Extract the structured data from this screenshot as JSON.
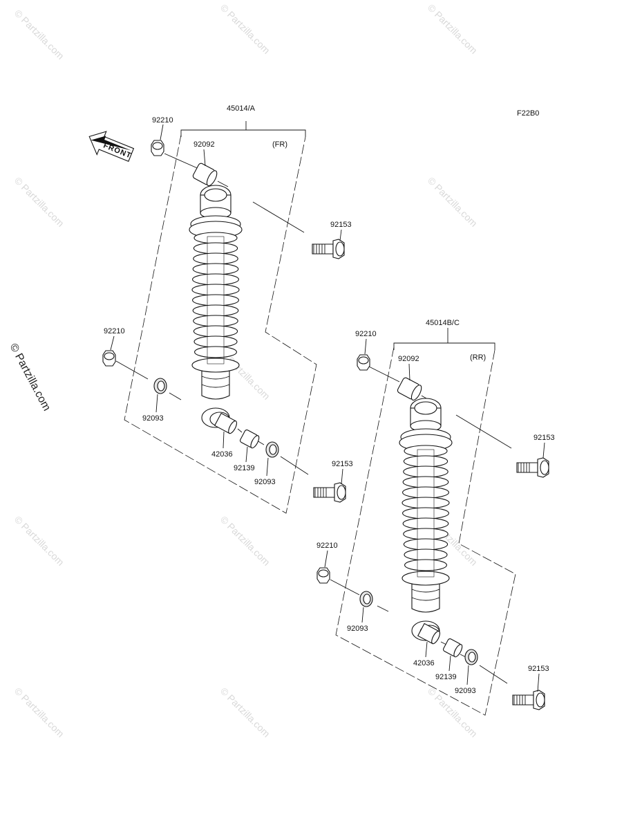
{
  "watermark": {
    "text": "© Partzilla.com",
    "side_text": "© Partzilla.com"
  },
  "diagram_code": "F22B0",
  "front_arrow_label": "FRONT",
  "front_assembly": {
    "assembly_label": "45014/A",
    "position_label": "(FR)",
    "parts": {
      "top_nut": "92210",
      "top_collar": "92092",
      "top_bolt": "92153",
      "lower_nut": "92210",
      "lower_seal_left": "92093",
      "sleeve": "42036",
      "bushing": "92139",
      "lower_seal_right": "92093",
      "lower_bolt": "92153"
    }
  },
  "rear_assembly": {
    "assembly_label": "45014B/C",
    "position_label": "(RR)",
    "parts": {
      "top_nut": "92210",
      "top_collar": "92092",
      "top_bolt": "92153",
      "lower_nut": "92210",
      "lower_seal_left": "92093",
      "sleeve": "42036",
      "bushing": "92139",
      "lower_seal_right": "92093",
      "lower_bolt": "92153"
    }
  }
}
